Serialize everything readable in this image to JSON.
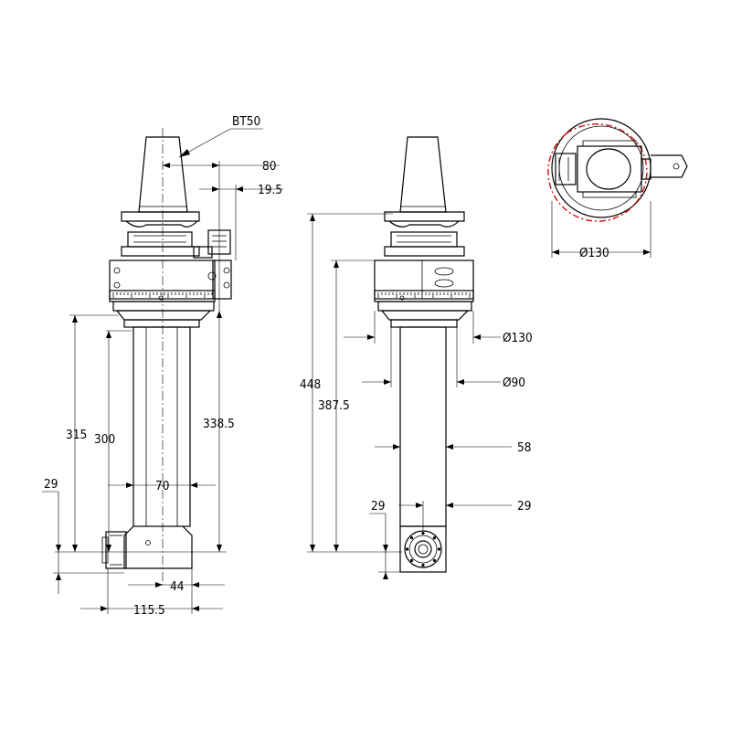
{
  "labels": {
    "taper": "BT50",
    "dim_80": "80",
    "dim_19_5": "19.5",
    "dim_338_5": "338.5",
    "dim_315": "315",
    "dim_300": "300",
    "dim_29_left": "29",
    "dim_70": "70",
    "dim_44": "44",
    "dim_115_5": "115.5",
    "dim_448": "448",
    "dim_387_5": "387.5",
    "dim_dia130_side": "Ø130",
    "dim_dia90": "Ø90",
    "dim_58": "58",
    "dim_29_mid_left": "29",
    "dim_29_mid_right": "29",
    "dim_dia130_top": "Ø130"
  },
  "colors": {
    "line": "#000000",
    "highlight": "#d21f1f",
    "background": "#ffffff"
  }
}
